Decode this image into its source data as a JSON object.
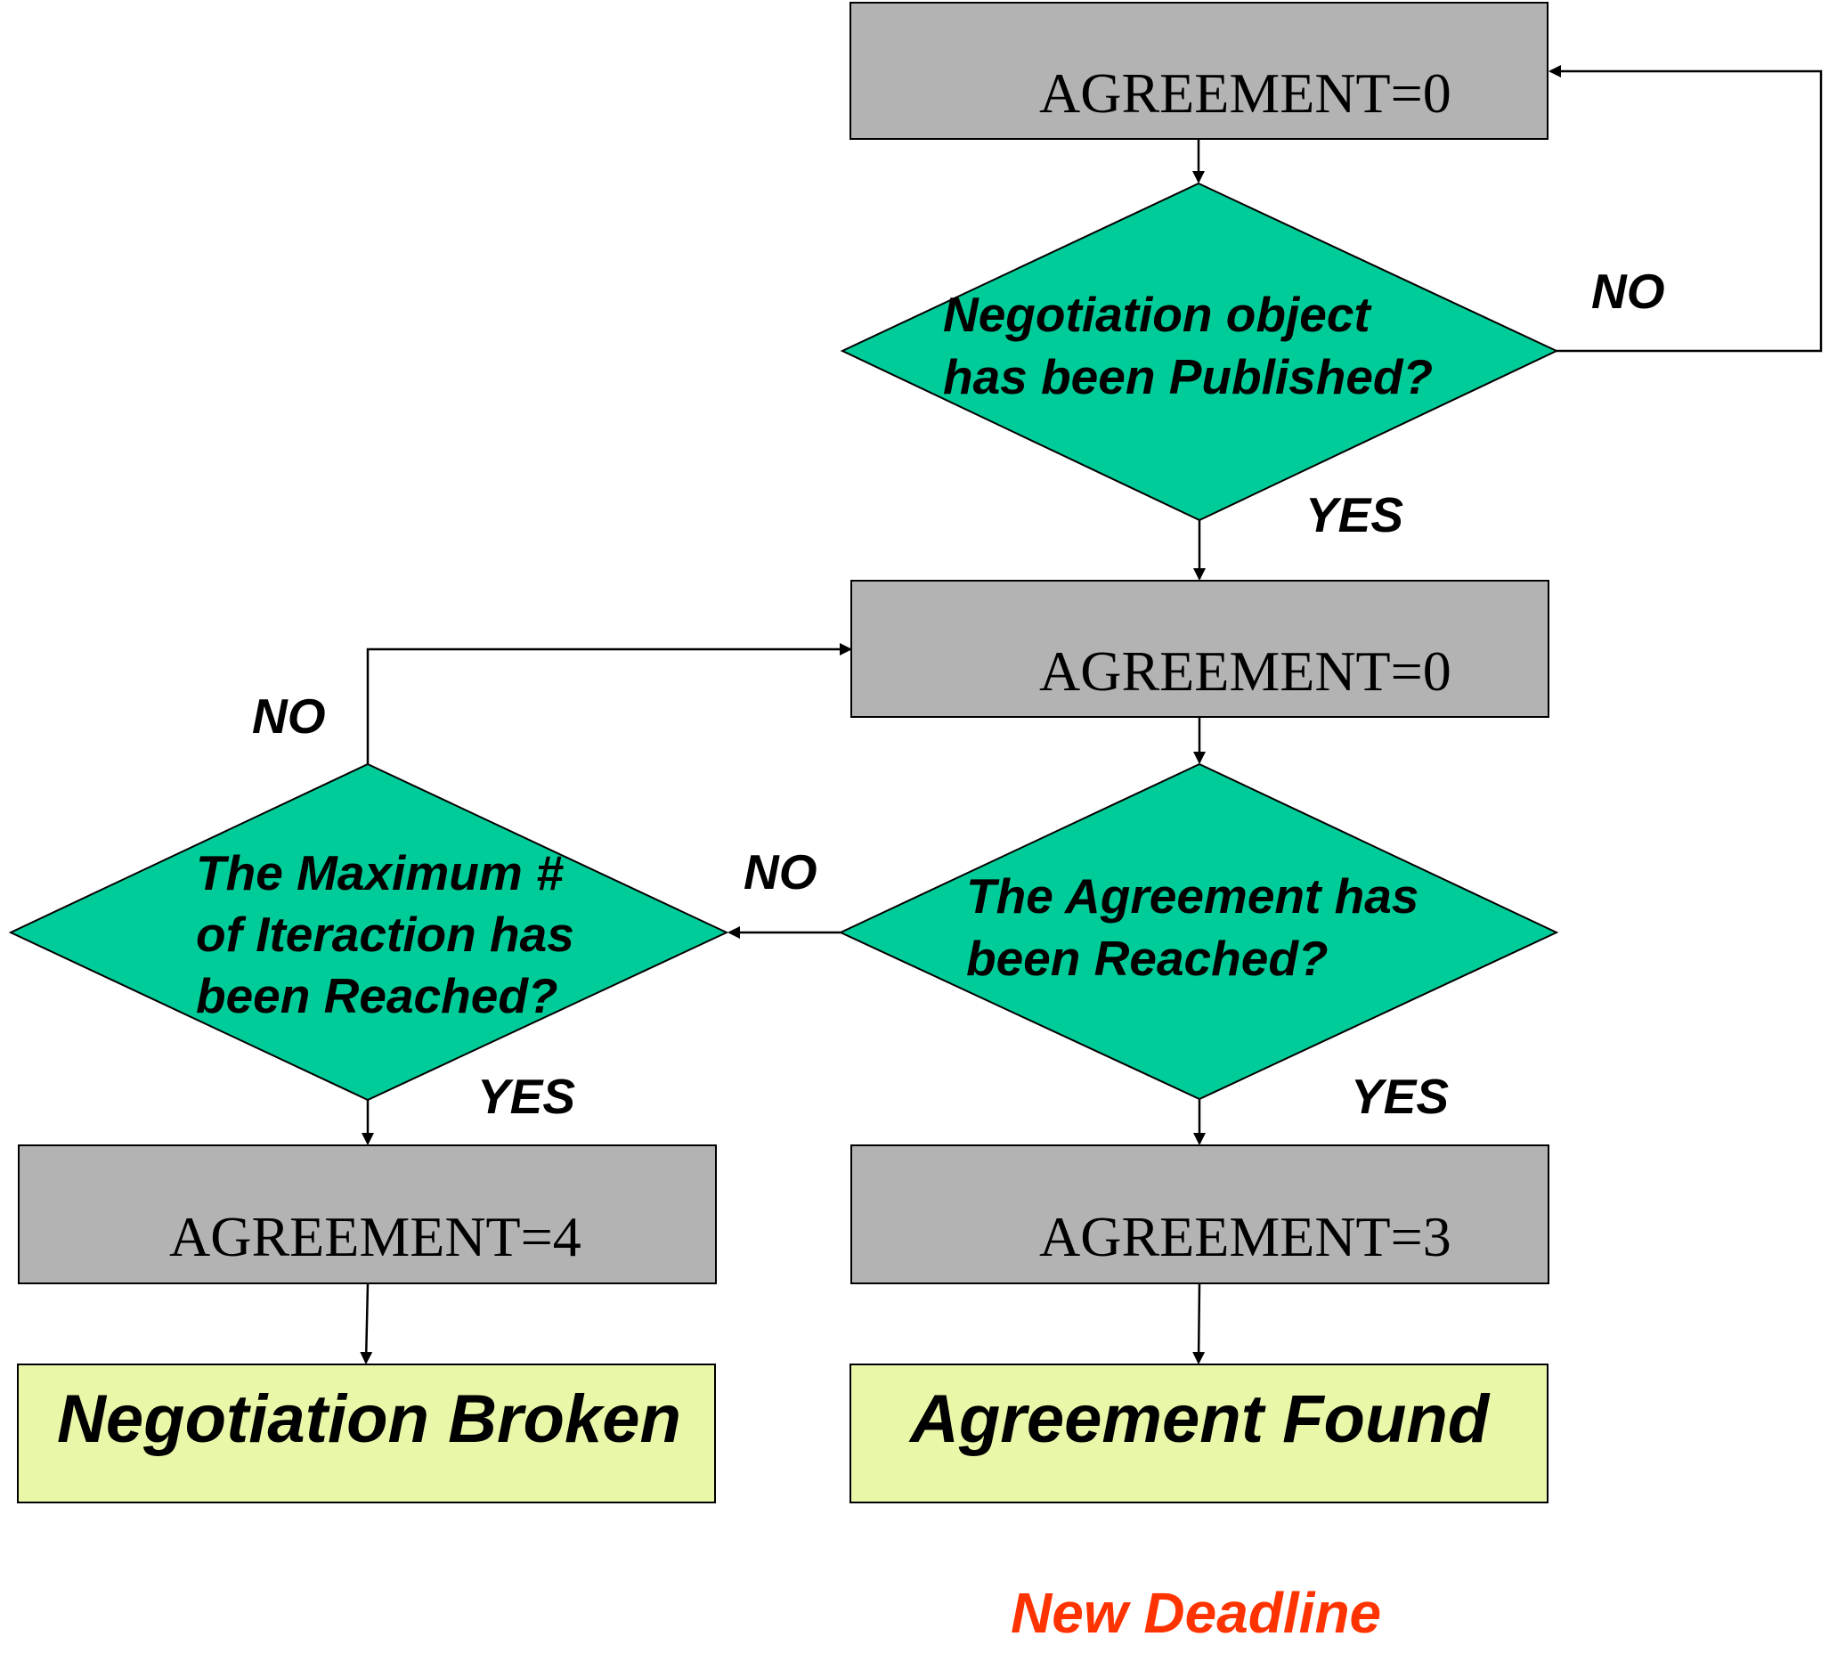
{
  "nodes": {
    "box1": "AGREEMENT=0",
    "decision1": [
      "Negotiation object",
      "has been Published?"
    ],
    "box2": "AGREEMENT=0",
    "decision2": [
      "The Agreement has",
      "been Reached?"
    ],
    "decision3": [
      "The Maximum #",
      "of Iteraction has",
      "been Reached?"
    ],
    "box3": "AGREEMENT=4",
    "box4": "AGREEMENT=3",
    "terminal_broken": "Negotiation Broken",
    "terminal_found": "Agreement Found"
  },
  "labels": {
    "d1_no": "NO",
    "d1_yes": "YES",
    "d3_no": "NO",
    "d2_no": "NO",
    "d3_yes": "YES",
    "d2_yes": "YES"
  },
  "caption": "New Deadline",
  "colors": {
    "process": "#b3b3b3",
    "decision": "#00cc99",
    "terminal": "#e8f8a8",
    "caption": "#ff3300"
  }
}
